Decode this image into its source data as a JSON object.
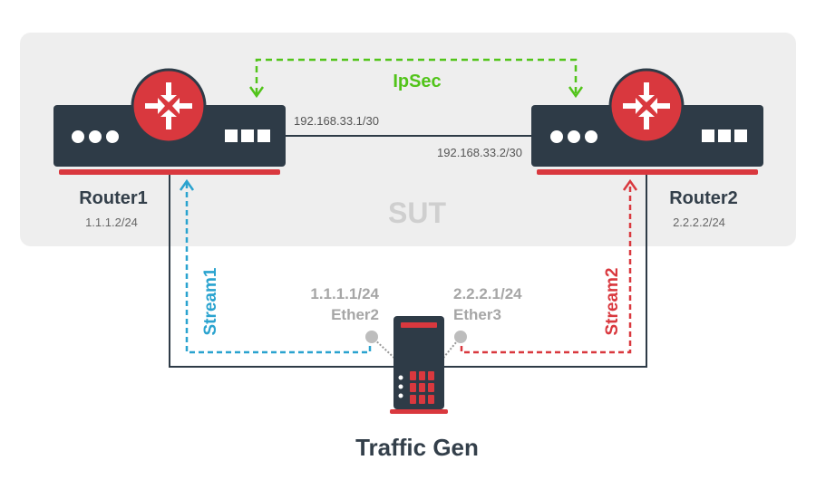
{
  "sut": {
    "label": "SUT"
  },
  "tunnel": {
    "label": "IpSec",
    "color": "#52c41a"
  },
  "router1": {
    "name": "Router1",
    "lan_ip": "1.1.1.2/24",
    "wan_ip": "192.168.33.1/30",
    "port_dots": "●●●",
    "port_blocks": "■■■"
  },
  "router2": {
    "name": "Router2",
    "lan_ip": "2.2.2.2/24",
    "wan_ip": "192.168.33.2/30"
  },
  "traffic_gen": {
    "name": "Traffic Gen",
    "port1": {
      "ip": "1.1.1.1/24",
      "iface": "Ether2"
    },
    "port2": {
      "ip": "2.2.2.1/24",
      "iface": "Ether3"
    }
  },
  "streams": [
    {
      "label": "Stream1",
      "color": "#2aa3cf"
    },
    {
      "label": "Stream2",
      "color": "#d9383e"
    }
  ],
  "colors": {
    "router_body": "#2e3b47",
    "accent_red": "#d9383e",
    "sut_bg": "#eeeeee",
    "text_dark": "#333f4a",
    "text_gray": "#666666",
    "text_light": "#a6a6a6",
    "cable": "#2e3b47"
  }
}
